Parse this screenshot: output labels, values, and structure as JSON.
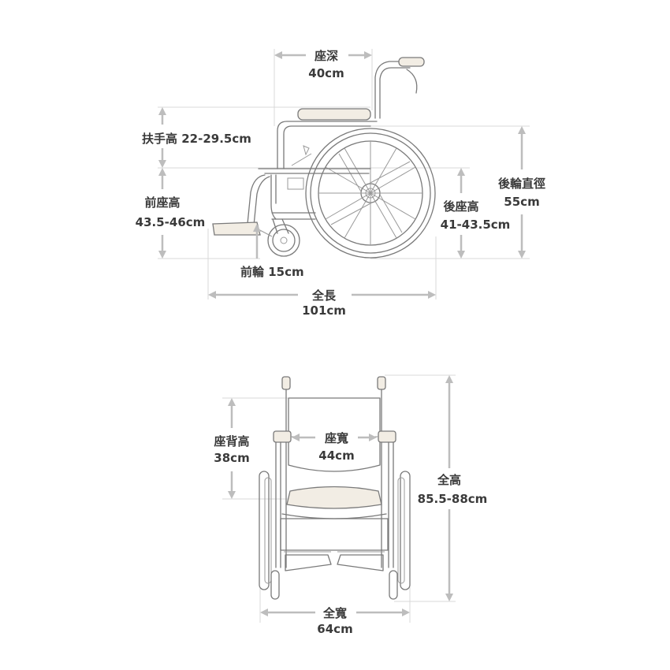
{
  "side_view": {
    "seat_depth": {
      "name": "座深",
      "value": "40cm"
    },
    "armrest_height": {
      "text": "扶手高 22-29.5cm"
    },
    "front_seat_height": {
      "name": "前座高",
      "value": "43.5-46cm"
    },
    "rear_wheel_diameter": {
      "name": "後輪直徑",
      "value": "55cm"
    },
    "rear_seat_height": {
      "name": "後座高",
      "value": "41-43.5cm"
    },
    "front_wheel": {
      "text": "前輪 15cm"
    },
    "overall_length": {
      "name": "全長",
      "value": "101cm"
    }
  },
  "front_view": {
    "backrest_height": {
      "name": "座背高",
      "value": "38cm"
    },
    "seat_width": {
      "name": "座寬",
      "value": "44cm"
    },
    "overall_height": {
      "name": "全高",
      "value": "85.5-88cm"
    },
    "overall_width": {
      "name": "全寬",
      "value": "64cm"
    }
  },
  "colors": {
    "line": "#7a7a7a",
    "dimension": "#bdbdbd",
    "label": "#3a3a3a",
    "seat_fill": "#f2ede4"
  }
}
